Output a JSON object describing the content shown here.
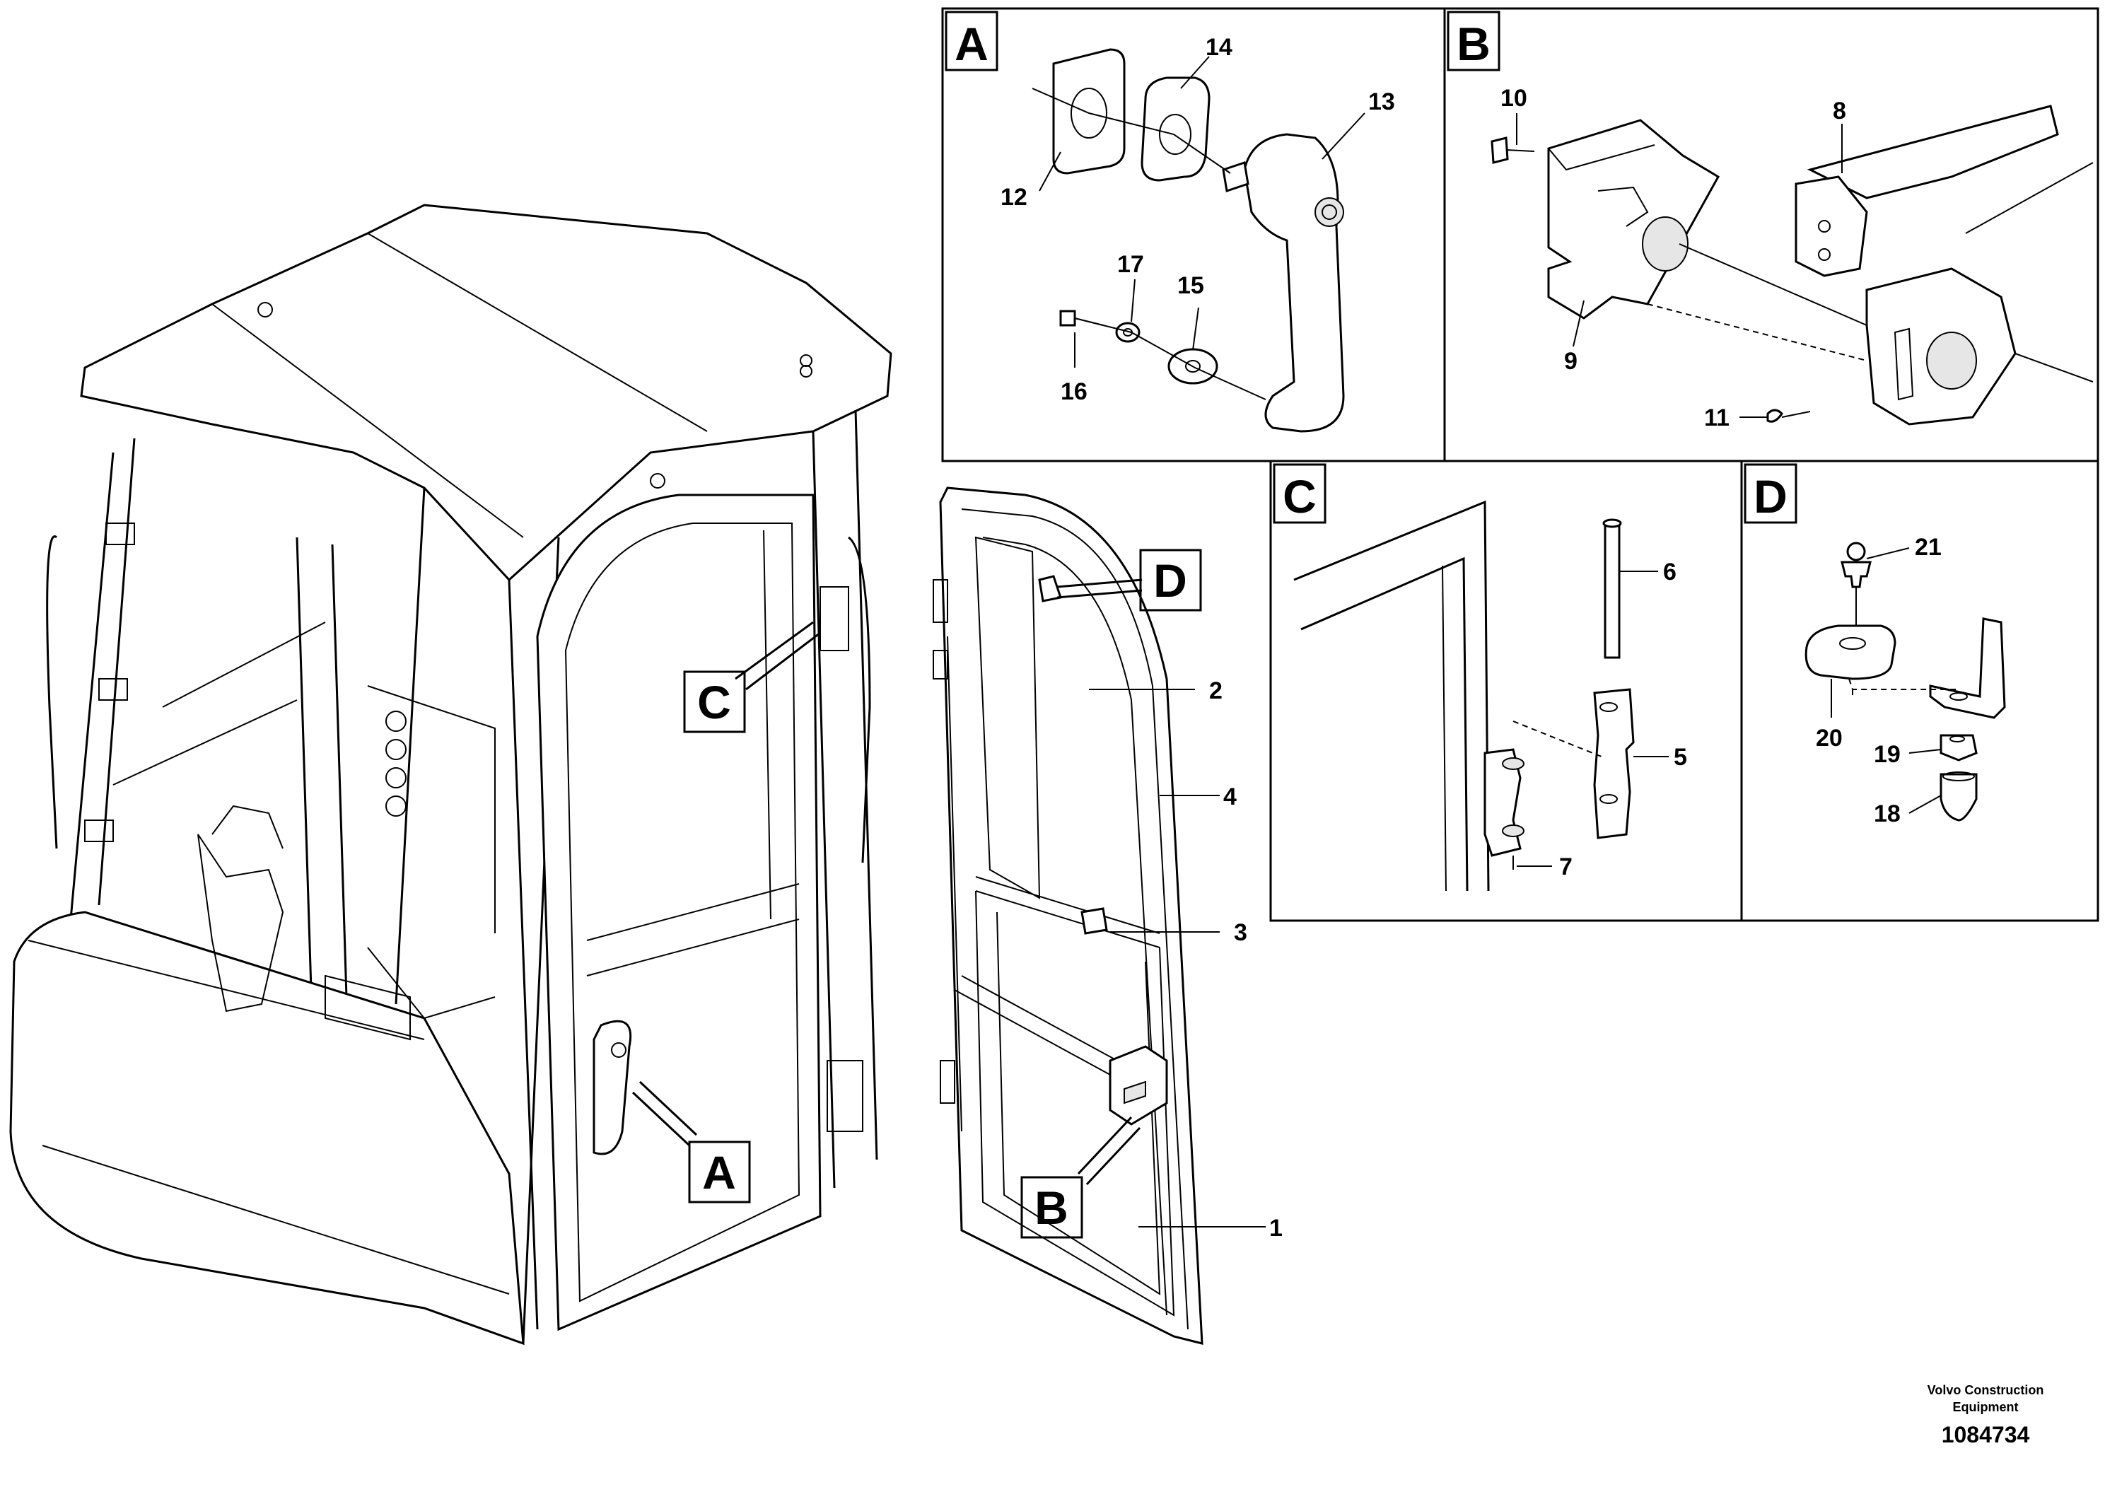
{
  "panels": {
    "A": "A",
    "B": "B",
    "C": "C",
    "D": "D"
  },
  "callouts": {
    "A": "A",
    "B": "B",
    "C": "C",
    "D": "D"
  },
  "part_numbers": {
    "p1": "1",
    "p2": "2",
    "p3": "3",
    "p4": "4",
    "p5": "5",
    "p6": "6",
    "p7": "7",
    "p8": "8",
    "p9": "9",
    "p10": "10",
    "p11": "11",
    "p12": "12",
    "p13": "13",
    "p14": "14",
    "p15": "15",
    "p16": "16",
    "p17": "17",
    "p18": "18",
    "p19": "19",
    "p20": "20",
    "p21": "21"
  },
  "footer": {
    "brand_line1": "Volvo Construction",
    "brand_line2": "Equipment",
    "drawing_number": "1084734"
  }
}
